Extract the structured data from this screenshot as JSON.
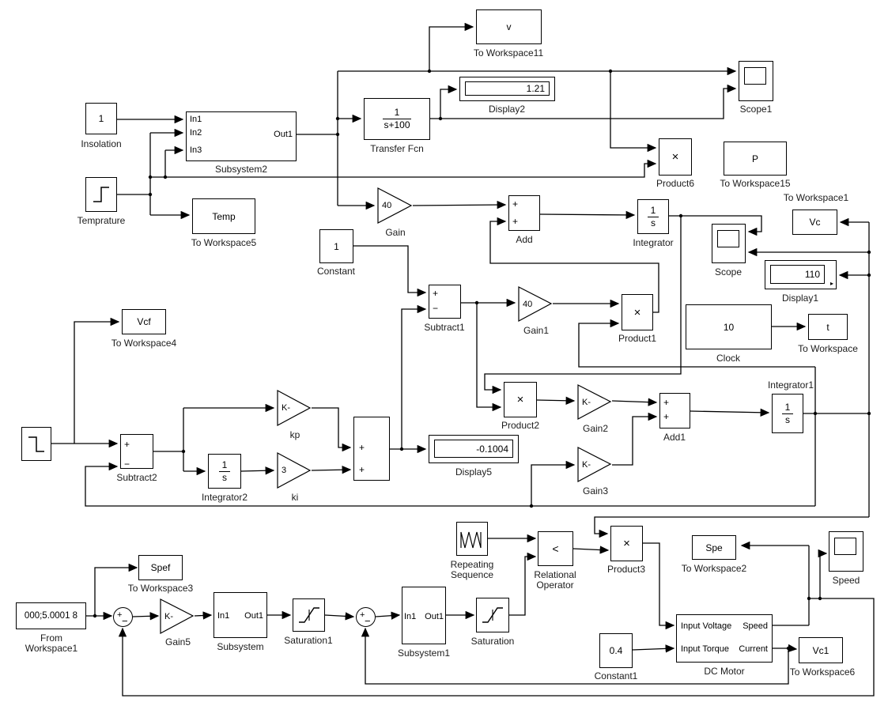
{
  "blocks": {
    "insolation": {
      "value": "1",
      "label": "Insolation"
    },
    "temprature": {
      "label": "Temprature"
    },
    "subsystem2": {
      "label": "Subsystem2",
      "ports": {
        "in1": "In1",
        "in2": "In2",
        "in3": "In3",
        "out1": "Out1"
      }
    },
    "to_workspace5": {
      "value": "Temp",
      "label": "To Workspace5"
    },
    "transfer_fcn": {
      "num": "1",
      "den": "s+100",
      "label": "Transfer Fcn"
    },
    "display2": {
      "value": "1.21",
      "label": "Display2"
    },
    "to_workspace11": {
      "value": "v",
      "label": "To Workspace11"
    },
    "scope1": {
      "label": "Scope1"
    },
    "product6": {
      "op": "×",
      "label": "Product6"
    },
    "to_workspace15": {
      "value": "P",
      "label": "To Workspace15"
    },
    "gain": {
      "value": "40",
      "label": "Gain"
    },
    "add": {
      "signs": [
        "+",
        "+"
      ],
      "label": "Add"
    },
    "integrator": {
      "num": "1",
      "den": "s",
      "label": "Integrator"
    },
    "scope": {
      "label": "Scope"
    },
    "to_workspace1": {
      "value": "Vc",
      "label": "To Workspace1"
    },
    "display1": {
      "value": "110",
      "label": "Display1",
      "notch": "▸"
    },
    "clock": {
      "value": "10",
      "label": "Clock"
    },
    "to_workspace": {
      "value": "t",
      "label": "To Workspace"
    },
    "constant": {
      "value": "1",
      "label": "Constant"
    },
    "subtract1": {
      "signs": [
        "+",
        "−"
      ],
      "label": "Subtract1"
    },
    "gain1": {
      "value": "40",
      "label": "Gain1"
    },
    "product1": {
      "op": "×",
      "label": "Product1"
    },
    "to_workspace4": {
      "value": "Vcf",
      "label": "To Workspace4"
    },
    "subtract2": {
      "signs": [
        "+",
        "−"
      ],
      "label": "Subtract2"
    },
    "integrator2": {
      "num": "1",
      "den": "s",
      "label": "Integrator2"
    },
    "kp": {
      "value": "K-",
      "label": "kp"
    },
    "ki": {
      "value": "3",
      "label": "ki"
    },
    "sum_unnamed": {
      "signs": [
        "+",
        "+"
      ]
    },
    "product2": {
      "op": "×",
      "label": "Product2"
    },
    "gain2": {
      "value": "K-",
      "label": "Gain2"
    },
    "add1": {
      "signs": [
        "+",
        "+"
      ],
      "label": "Add1"
    },
    "integrator1": {
      "num": "1",
      "den": "s",
      "label": "Integrator1"
    },
    "display5": {
      "value": "-0.1004",
      "label": "Display5"
    },
    "gain3": {
      "value": "K-",
      "label": "Gain3"
    },
    "repeating_sequence": {
      "label1": "Repeating",
      "label2": "Sequence"
    },
    "relational_operator": {
      "op": "<",
      "label1": "Relational",
      "label2": "Operator"
    },
    "product3": {
      "op": "×",
      "label": "Product3"
    },
    "to_workspace2": {
      "value": "Spe",
      "label": "To Workspace2"
    },
    "speed_scope": {
      "label": "Speed"
    },
    "from_workspace1": {
      "value": "000;5.0001 8",
      "label1": "From",
      "label2": "Workspace1"
    },
    "sum_circle1": {
      "signs": [
        "+",
        "−"
      ]
    },
    "to_workspace3": {
      "value": "Spef",
      "label": "To Workspace3"
    },
    "gain5": {
      "value": "K-",
      "label": "Gain5"
    },
    "subsystem": {
      "label": "Subsystem",
      "ports": {
        "in1": "In1",
        "out1": "Out1"
      }
    },
    "saturation1": {
      "label": "Saturation1"
    },
    "sum_circle2": {
      "signs": [
        "+",
        "−"
      ]
    },
    "subsystem1": {
      "label": "Subsystem1",
      "ports": {
        "in1": "In1",
        "out1": "Out1"
      }
    },
    "saturation": {
      "label": "Saturation"
    },
    "constant1": {
      "value": "0.4",
      "label": "Constant1"
    },
    "dc_motor": {
      "label": "DC Motor",
      "ports": {
        "in1": "Input Voltage",
        "in2": "Input Torque",
        "out1": "Speed",
        "out2": "Current"
      }
    },
    "to_workspace6": {
      "value": "Vc1",
      "label": "To Workspace6"
    }
  },
  "colors": {
    "line": "#000000",
    "background": "#ffffff",
    "label": "#1c1c1c"
  }
}
